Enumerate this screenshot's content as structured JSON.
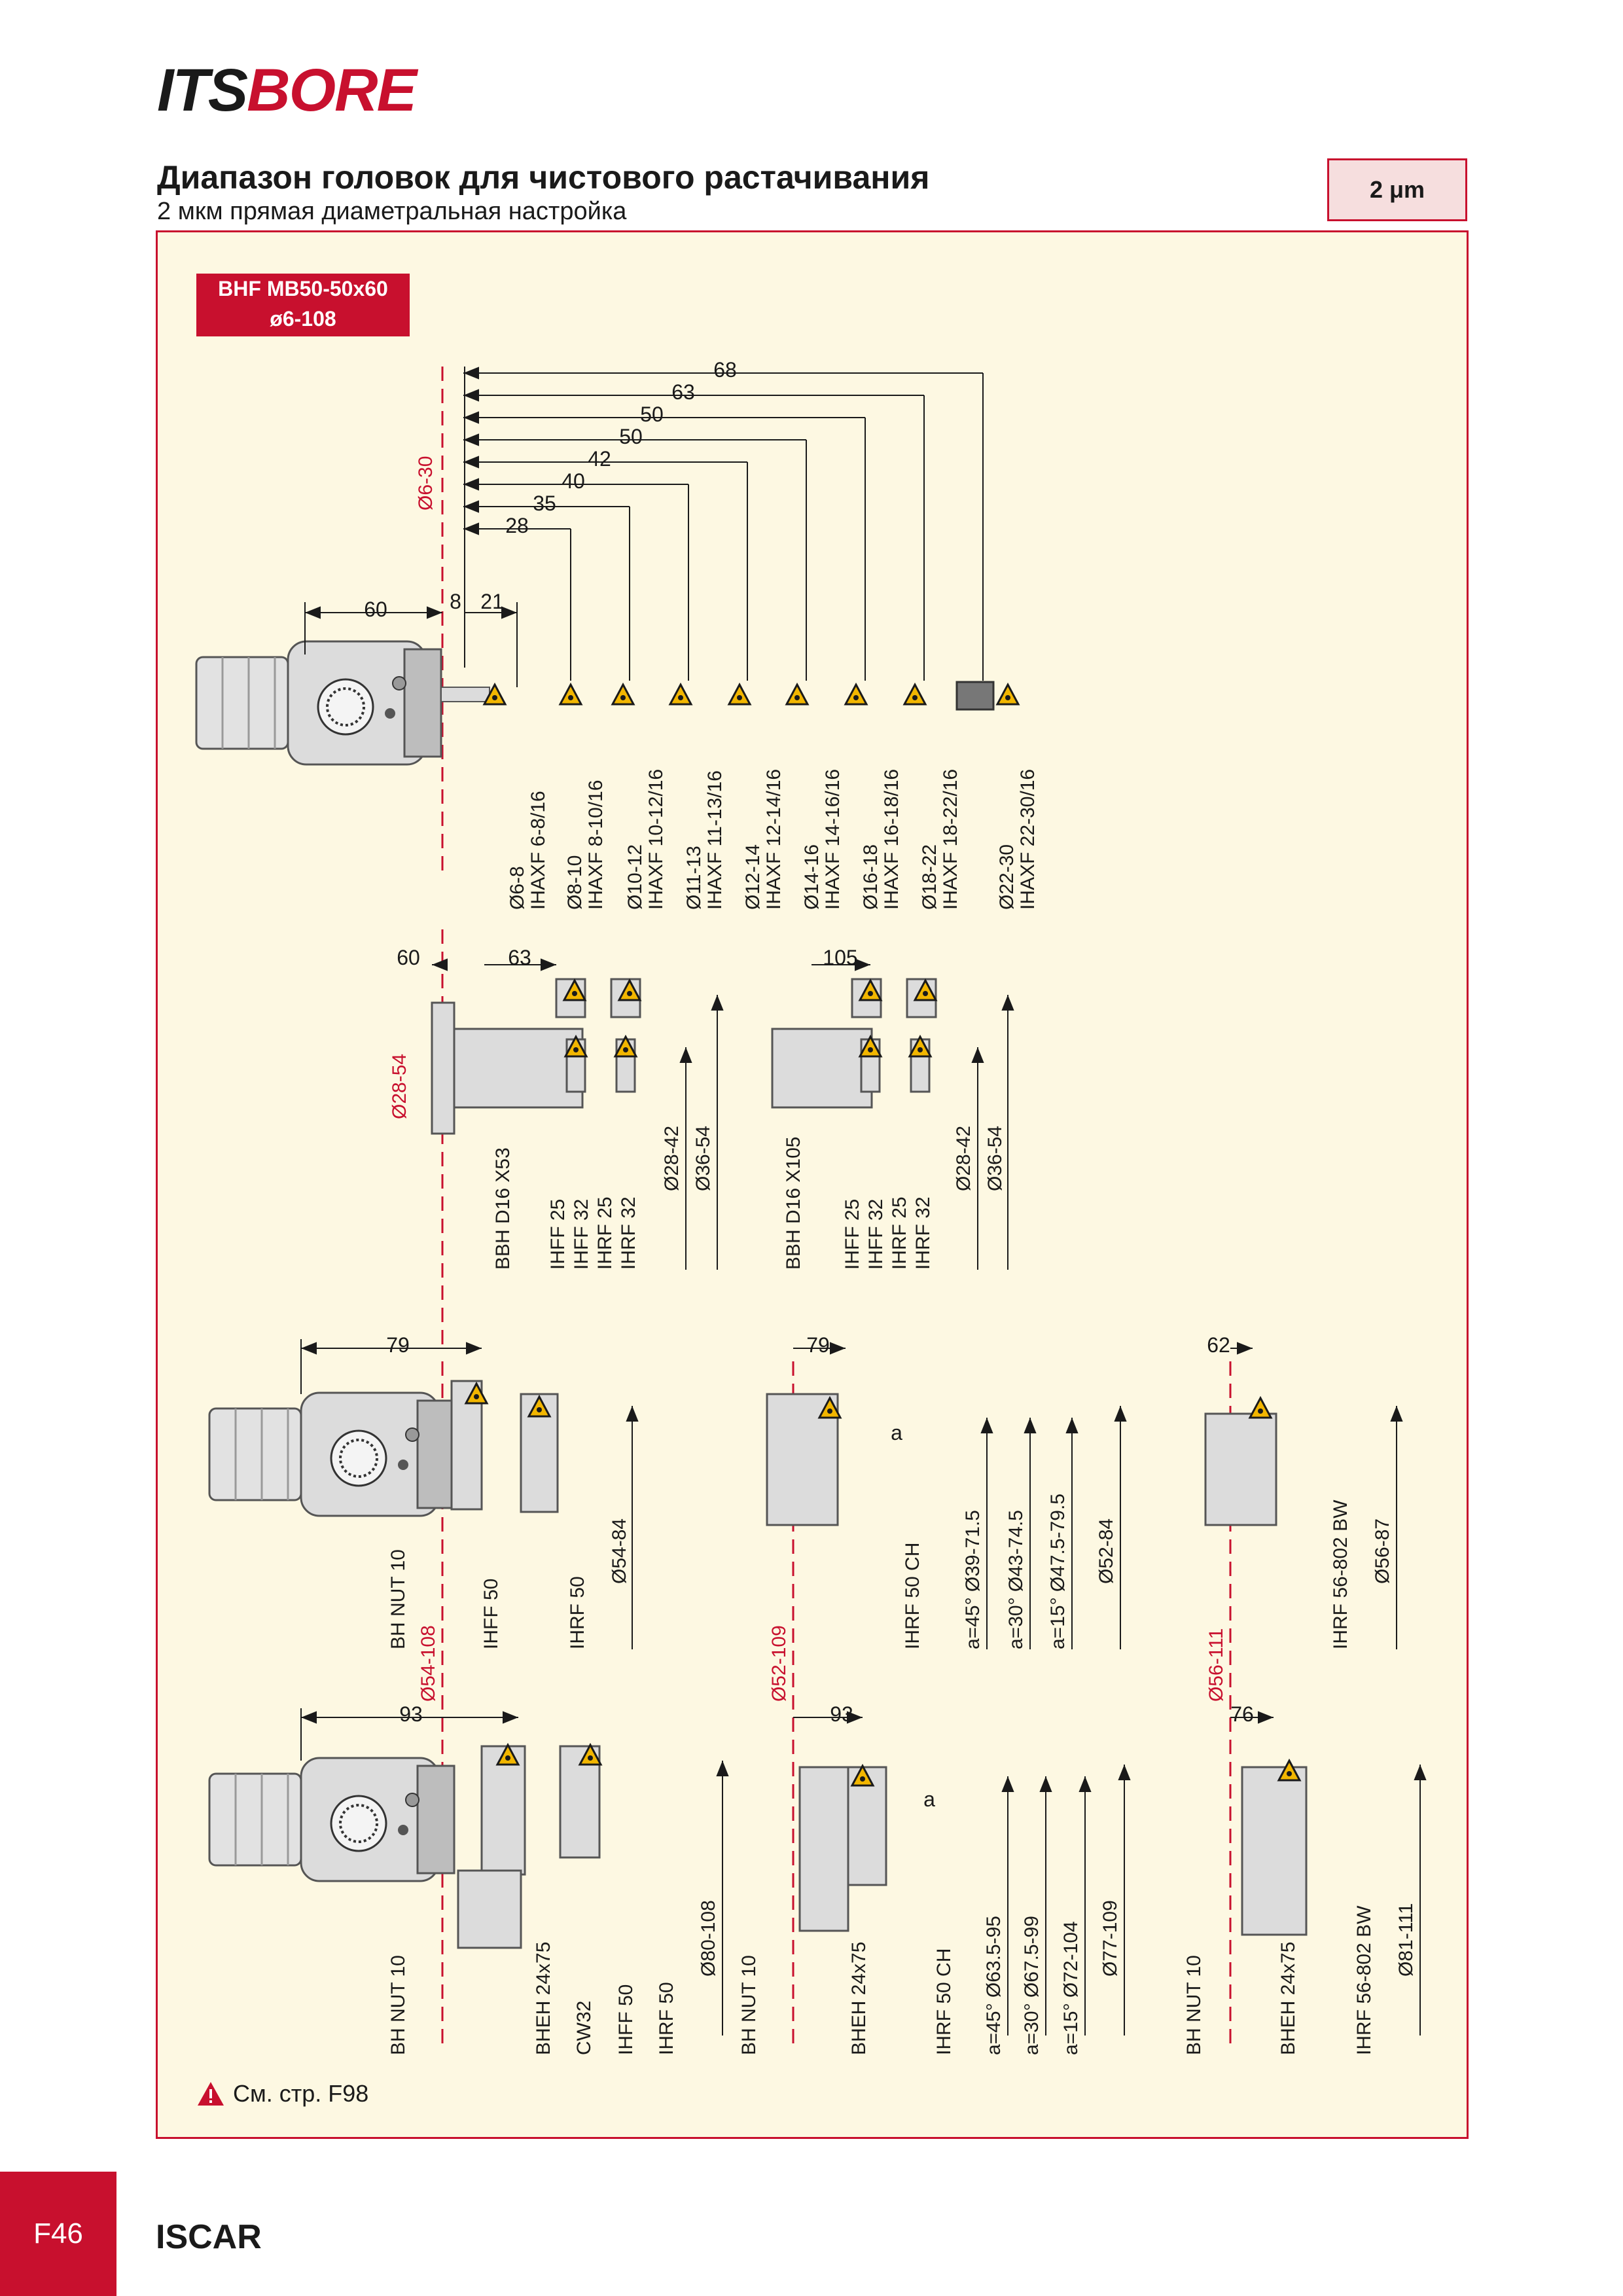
{
  "header": {
    "logo_its": "ITS",
    "logo_bore": "BORE",
    "title": "Диапазон головок для чистового растачивания",
    "subtitle": "2 мкм прямая диаметральная настройка",
    "precision_badge": "2 μm"
  },
  "tool_badge": {
    "line1": "BHF MB50-50x60",
    "line2": "ø6-108"
  },
  "section1": {
    "range_label": "Ø6-30",
    "dims_top": [
      "68",
      "63",
      "50",
      "50",
      "42",
      "40",
      "35",
      "28"
    ],
    "dims_body": [
      "60",
      "8",
      "21"
    ],
    "inserts": [
      [
        "Ø6-8",
        "IHAXF  6-8/16"
      ],
      [
        "Ø8-10",
        "IHAXF  8-10/16"
      ],
      [
        "Ø10-12",
        "IHAXF  10-12/16"
      ],
      [
        "Ø11-13",
        "IHAXF  11-13/16"
      ],
      [
        "Ø12-14",
        "IHAXF  12-14/16"
      ],
      [
        "Ø14-16",
        "IHAXF  14-16/16"
      ],
      [
        "Ø16-18",
        "IHAXF  16-18/16"
      ],
      [
        "Ø18-22",
        "IHAXF  18-22/16"
      ],
      [
        "Ø22-30",
        "IHAXF  22-30/16"
      ]
    ]
  },
  "section2": {
    "range_label": "Ø28-54",
    "dim_a": "60",
    "dim_b": "63",
    "dim_c": "105",
    "group1": [
      "BBH D16  X53",
      "IHFF 25",
      "IHFF 32",
      "IHRF 25",
      "IHRF 32",
      "Ø28-42",
      "Ø36-54"
    ],
    "group2": [
      "BBH D16  X105",
      "IHFF 25",
      "IHFF 32",
      "IHRF 25",
      "IHRF 32",
      "Ø28-42",
      "Ø36-54"
    ]
  },
  "section3": {
    "a": {
      "dim": "79",
      "range": "Ø54-108",
      "labels": [
        "BH NUT 10",
        "IHFF 50",
        "IHRF 50",
        "Ø54-84"
      ]
    },
    "b": {
      "dim": "79",
      "range": "Ø52-109",
      "angle": "a",
      "labels": [
        "IHRF 50 CH",
        "a=45°  Ø39-71.5",
        "a=30°  Ø43-74.5",
        "a=15°  Ø47.5-79.5",
        "Ø52-84"
      ]
    },
    "c": {
      "dim": "62",
      "range": "Ø56-111",
      "labels": [
        "IHRF 56-802 BW",
        "Ø56-87"
      ]
    }
  },
  "section4": {
    "a": {
      "dim": "93",
      "labels": [
        "BH NUT 10",
        "BHEH 24x75",
        "CW32",
        "IHFF 50",
        "IHRF 50",
        "Ø80-108"
      ]
    },
    "b": {
      "dim": "93",
      "angle": "a",
      "labels": [
        "BH NUT 10",
        "BHEH 24x75",
        "IHRF 50 CH",
        "a=45°  Ø63.5-95",
        "a=30°  Ø67.5-99",
        "a=15°  Ø72-104",
        "Ø77-109"
      ]
    },
    "c": {
      "dim": "76",
      "labels": [
        "BH NUT 10",
        "BHEH 24x75",
        "IHRF 56-802 BW",
        "Ø81-111"
      ]
    }
  },
  "note": "См. стр. F98",
  "footer": {
    "page": "F46",
    "brand": "ISCAR"
  },
  "colors": {
    "accent": "#c8102e",
    "panel": "#fdf8e2",
    "badge_bg": "#f6dede",
    "insert": "#f2b600"
  }
}
